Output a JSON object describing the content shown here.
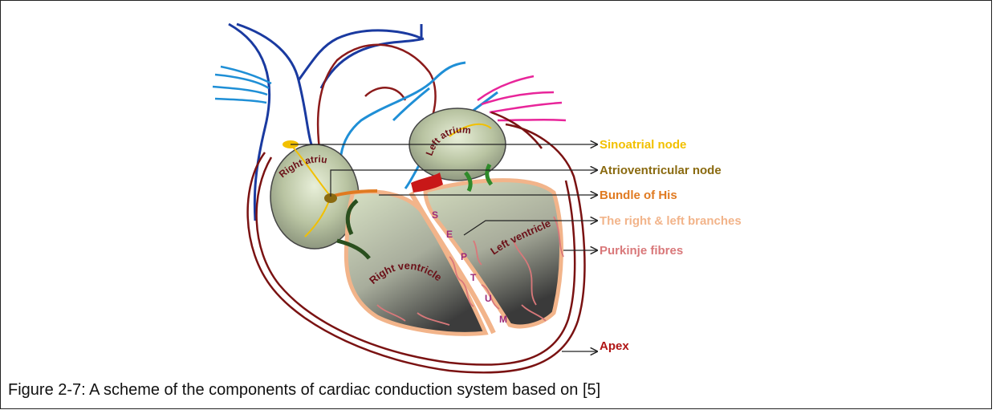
{
  "labels": {
    "sinoatrial": "Sinoatrial node",
    "atrioventricular": "Atrioventricular node",
    "bundle": "Bundle of His",
    "branches": "The right & left branches",
    "purkinje": "Purkinje fibres",
    "apex": "Apex"
  },
  "chambers": {
    "right_atrium": "Right atrium",
    "left_atrium": "Left atrium",
    "right_ventricle": "Right ventricle",
    "left_ventricle": "Left ventricle"
  },
  "septum_letters": [
    "S",
    "E",
    "P",
    "T",
    "U",
    "M"
  ],
  "caption": "Figure 2-7: A scheme of the components of cardiac conduction system based on [5]",
  "colors": {
    "sinoatrial": "#f2c000",
    "atrioventricular": "#8a6a10",
    "bundle": "#e07a20",
    "branches": "#f2b48a",
    "purkinje": "#d9787a",
    "apex": "#b01515",
    "outline": "#7a1212",
    "vessel_blue": "#1a3aa0",
    "vessel_light": "#1f8fd6",
    "vessel_pink": "#e8259a"
  }
}
